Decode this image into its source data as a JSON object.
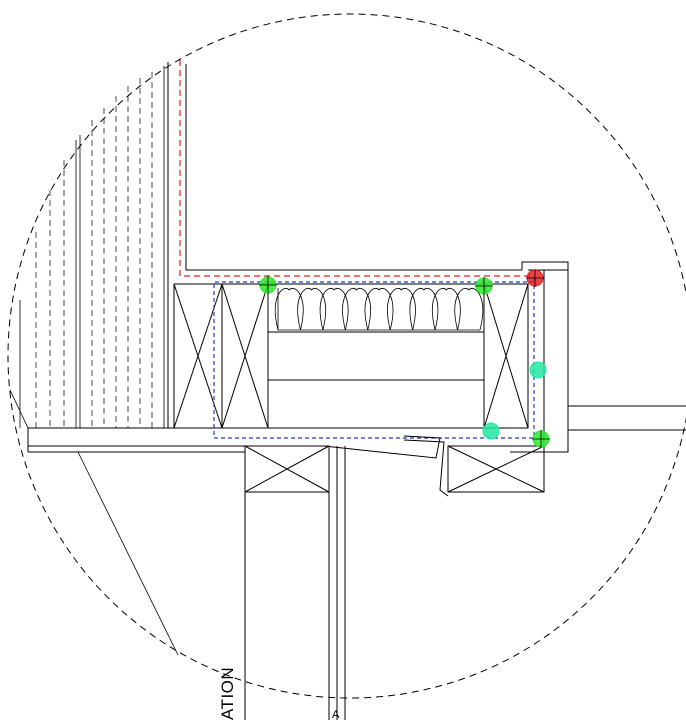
{
  "labels": {
    "partial_label": "ATION",
    "bottom_mark": "A"
  },
  "colors": {
    "air_barrier_line": "#e02020",
    "thermal_line": "#1a3fc8",
    "marker_ok": "#2ee82e",
    "marker_cyan": "#22e8a0",
    "marker_fail": "#e82020"
  },
  "markers": [
    {
      "name": "marker-top-left-green",
      "color": "#2ee82e",
      "type": "crosshair"
    },
    {
      "name": "marker-top-right-green",
      "color": "#2ee82e",
      "type": "crosshair"
    },
    {
      "name": "marker-corner-red",
      "color": "#e82020",
      "type": "crosshair"
    },
    {
      "name": "marker-mid-right-cyan",
      "color": "#22e8a0",
      "type": "dot"
    },
    {
      "name": "marker-bottom-cyan",
      "color": "#22e8a0",
      "type": "dot"
    },
    {
      "name": "marker-bottom-right-green",
      "color": "#2ee82e",
      "type": "crosshair"
    }
  ]
}
